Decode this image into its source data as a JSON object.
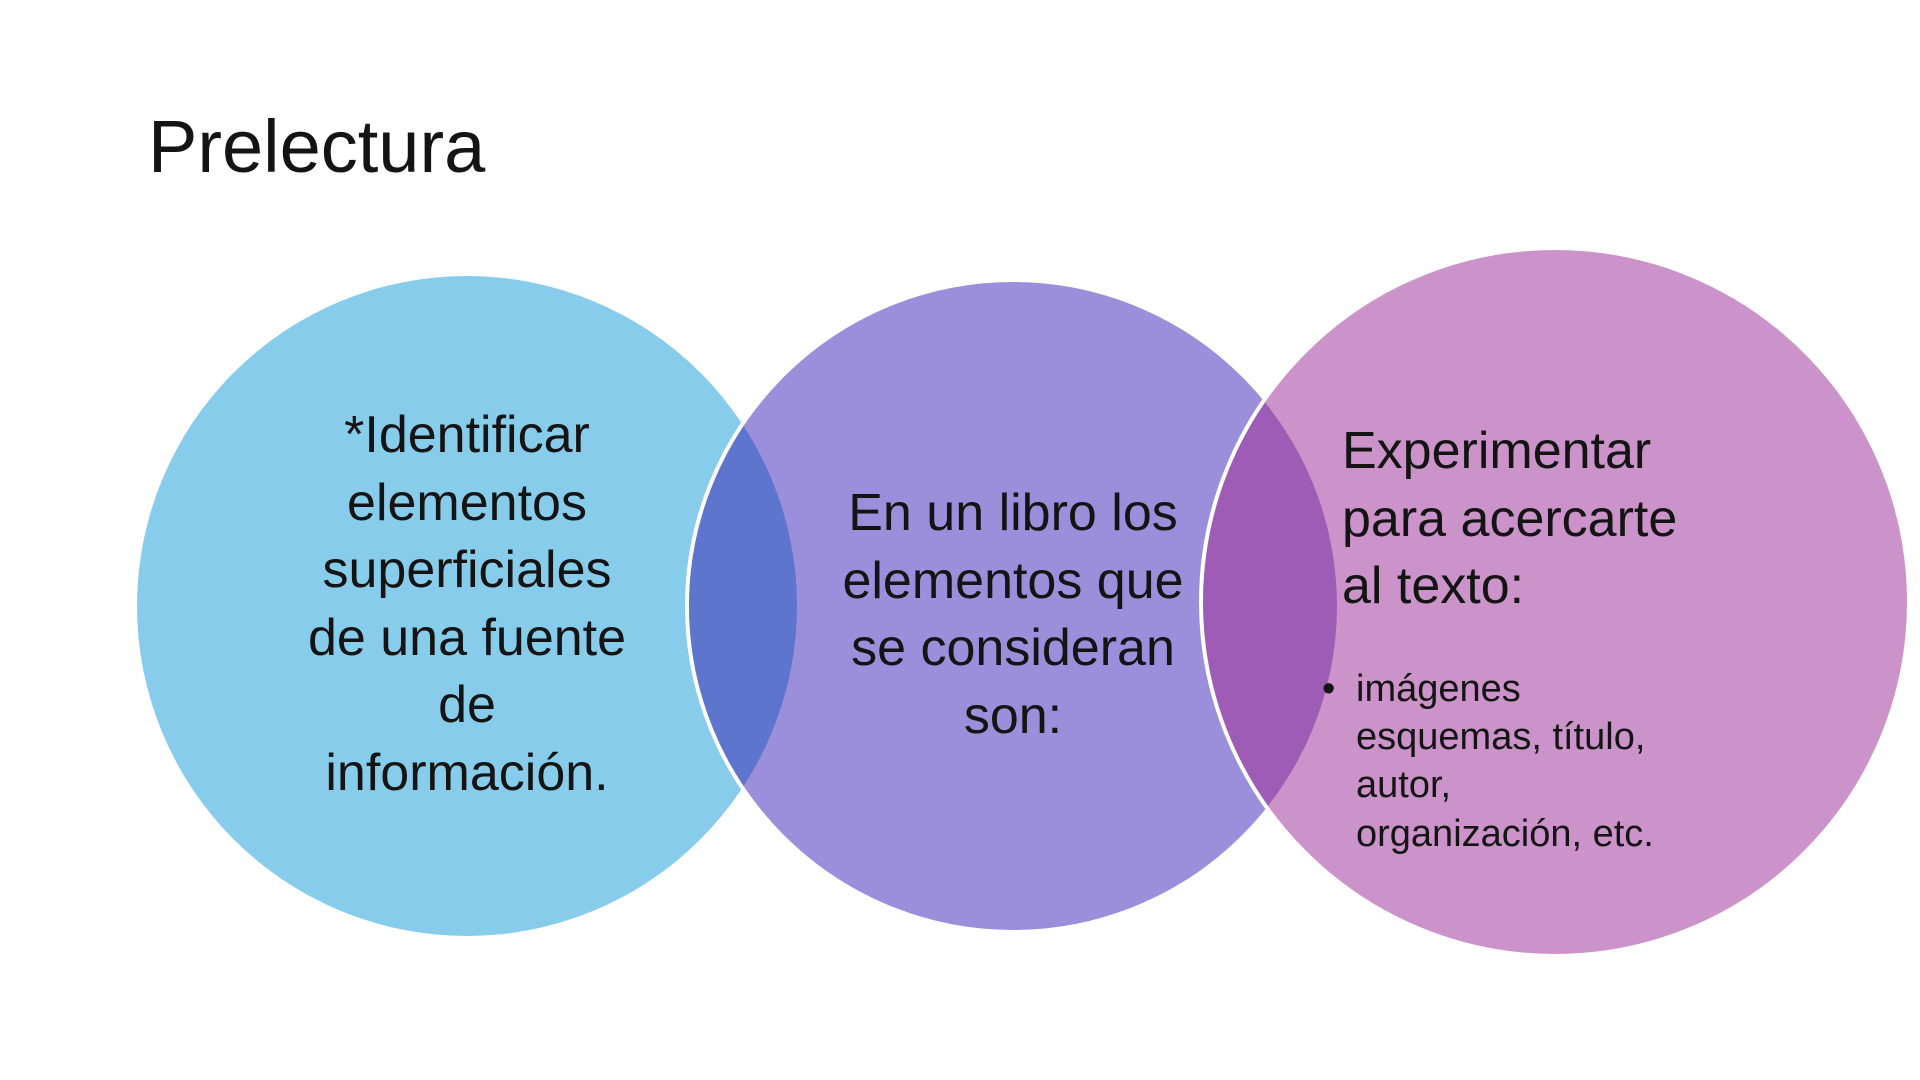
{
  "slide": {
    "title": "Prelectura",
    "background_color": "#FFFFFF",
    "text_color": "#141414"
  },
  "venn": {
    "left_circle": {
      "color": "#87CDEB",
      "text": "*Identificar\nelementos\nsuperficiales\nde una fuente\nde\ninformación."
    },
    "middle_circle": {
      "color": "#9B8FDB",
      "text": "En un libro los\nelementos que\nse consideran\nson:"
    },
    "right_circle": {
      "color": "#CC93CB",
      "heading": "Experimentar\npara acercarte\nal texto:",
      "bullet_marker": "•",
      "bullet_text": "imágenes\nesquemas, título,\nautor,\norganización, etc."
    },
    "overlaps": {
      "left_middle_color": "#5E75CD",
      "middle_right_color": "#9E5CB6"
    }
  }
}
